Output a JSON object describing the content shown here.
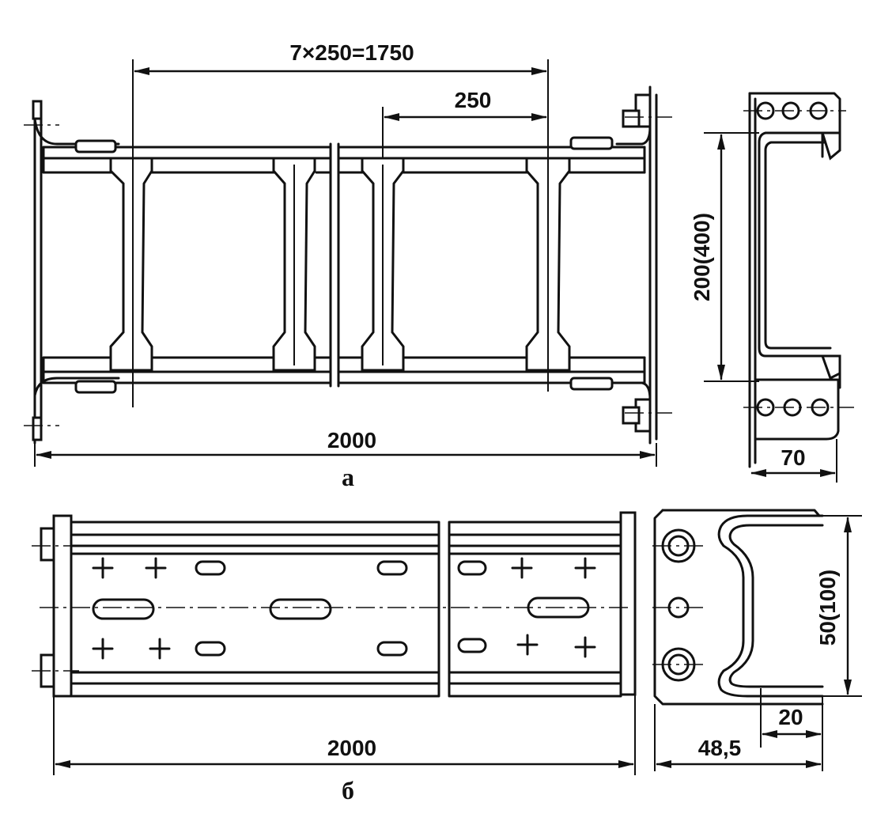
{
  "figure_a": {
    "caption": "а",
    "dim_pitch_total": "7×250=1750",
    "dim_pitch": "250",
    "dim_length": "2000",
    "dim_height": "200(400)",
    "dim_depth": "70"
  },
  "figure_b": {
    "caption": "б",
    "dim_length": "2000",
    "dim_height": "50(100)",
    "dim_width": "48,5",
    "dim_flange": "20"
  }
}
